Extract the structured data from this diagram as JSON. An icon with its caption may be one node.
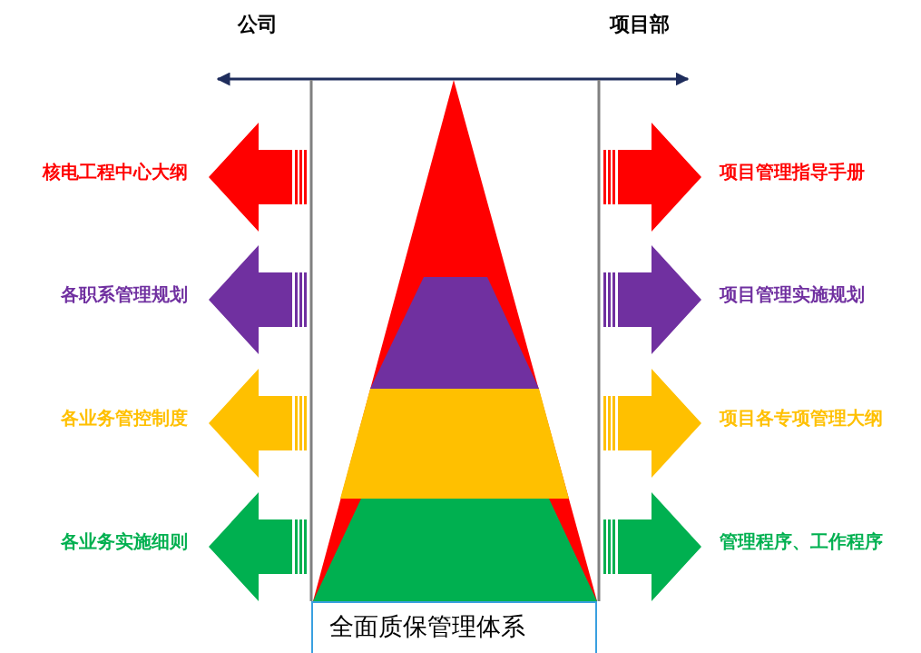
{
  "diagram": {
    "nodes": [
      {
        "text": [
          "全面质保管理体系"
        ]
      }
    ],
    "labels": [
      "公司",
      "项目部",
      "核电工程中心大纲",
      "项目管理指导手册",
      "各职系管理规划",
      "项目管理实施规划",
      "各业务管控制度",
      "项目各专项管理大纲",
      "各业务实施细则",
      "管理程序、工作程序"
    ]
  }
}
